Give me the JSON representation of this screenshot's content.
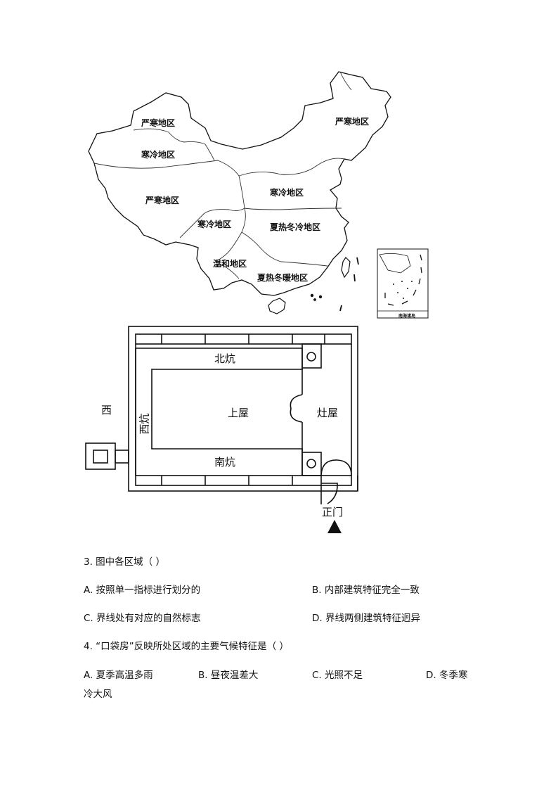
{
  "map": {
    "regions": {
      "severe_cold_nw": "严寒地区",
      "cold_north": "寒冷地区",
      "severe_cold_tibet": "严寒地区",
      "cold_sichuan": "寒冷地区",
      "mild": "温和地区",
      "severe_cold_ne": "严寒地区",
      "cold_east": "寒冷地区",
      "hot_summer_cold_winter": "夏热冬冷地区",
      "hot_summer_warm_winter": "夏热冬暖地区"
    },
    "inset_label": "南海诸岛"
  },
  "plan": {
    "north_kang": "北炕",
    "west_kang": "西炕",
    "main_room": "上屋",
    "kitchen": "灶屋",
    "south_kang": "南炕",
    "west_direction": "西",
    "front_door": "正门"
  },
  "questions": [
    {
      "stem": "3.  图中各区域（      ）",
      "options": {
        "a": "A.  按照单一指标进行划分的",
        "b": "B.  内部建筑特征完全一致",
        "c": "C.  界线处有对应的自然标志",
        "d": "D.  界线两侧建筑特征迥异"
      }
    },
    {
      "stem": "4.  “口袋房”反映所处区域的主要气候特征是（      ）",
      "options": {
        "a": "A.  夏季高温多雨",
        "b": "B.  昼夜温差大",
        "c": "C.  光照不足",
        "d": "D.  冬季寒",
        "d_cont": "冷大风"
      }
    }
  ]
}
